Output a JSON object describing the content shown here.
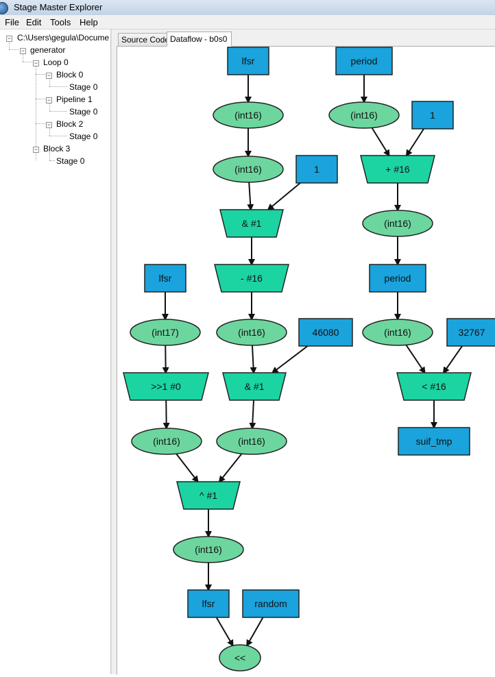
{
  "window": {
    "title": "Stage Master Explorer"
  },
  "menu": [
    "File",
    "Edit",
    "Tools",
    "Help"
  ],
  "tree": {
    "root": "C:\\Users\\gegula\\Docume",
    "generator": "generator",
    "loop0": "Loop 0",
    "block0": "Block 0",
    "block0_stage0": "Stage 0",
    "pipeline1": "Pipeline 1",
    "pipeline1_stage0": "Stage 0",
    "block2": "Block 2",
    "block2_stage0": "Stage 0",
    "block3": "Block 3",
    "block3_stage0": "Stage 0"
  },
  "tabs": {
    "source": "Source Code",
    "dataflow": "Dataflow - b0s0"
  },
  "colors": {
    "rect": "#1aa3dc",
    "ellipse": "#6cd69e",
    "trap": "#1bd4a2",
    "stroke": "#222222"
  },
  "graph": {
    "nodes": [
      {
        "id": "n1",
        "type": "rect",
        "label": "lfsr"
      },
      {
        "id": "n2",
        "type": "rect",
        "label": "period"
      },
      {
        "id": "n3",
        "type": "ellipse",
        "label": "(int16)"
      },
      {
        "id": "n4",
        "type": "ellipse",
        "label": "(int16)"
      },
      {
        "id": "n5",
        "type": "rect",
        "label": "1"
      },
      {
        "id": "n6",
        "type": "ellipse",
        "label": "(int16)"
      },
      {
        "id": "n7",
        "type": "rect",
        "label": "1"
      },
      {
        "id": "n8",
        "type": "trap-down",
        "label": "+ #16"
      },
      {
        "id": "n9",
        "type": "trap-down",
        "label": "& #1"
      },
      {
        "id": "n10",
        "type": "ellipse",
        "label": "(int16)"
      },
      {
        "id": "n11",
        "type": "rect",
        "label": "lfsr"
      },
      {
        "id": "n12",
        "type": "trap-up",
        "label": "- #16"
      },
      {
        "id": "n13",
        "type": "rect",
        "label": "period"
      },
      {
        "id": "n14",
        "type": "ellipse",
        "label": "(int17)"
      },
      {
        "id": "n15",
        "type": "ellipse",
        "label": "(int16)"
      },
      {
        "id": "n16",
        "type": "rect",
        "label": "46080"
      },
      {
        "id": "n17",
        "type": "ellipse",
        "label": "(int16)"
      },
      {
        "id": "n18",
        "type": "rect",
        "label": "32767"
      },
      {
        "id": "n19",
        "type": "trap-down",
        "label": ">>1 #0"
      },
      {
        "id": "n20",
        "type": "trap-down",
        "label": "& #1"
      },
      {
        "id": "n21",
        "type": "trap-down",
        "label": "< #16"
      },
      {
        "id": "n22",
        "type": "ellipse",
        "label": "(int16)"
      },
      {
        "id": "n23",
        "type": "ellipse",
        "label": "(int16)"
      },
      {
        "id": "n24",
        "type": "rect",
        "label": "suif_tmp"
      },
      {
        "id": "n25",
        "type": "trap-down",
        "label": "^ #1"
      },
      {
        "id": "n26",
        "type": "ellipse",
        "label": "(int16)"
      },
      {
        "id": "n27",
        "type": "rect",
        "label": "lfsr"
      },
      {
        "id": "n28",
        "type": "rect",
        "label": "random"
      },
      {
        "id": "n29",
        "type": "ellipse",
        "label": "<<"
      }
    ],
    "edges": [
      [
        "n1",
        "n3"
      ],
      [
        "n3",
        "n4"
      ],
      [
        "n4",
        "n9"
      ],
      [
        "n5",
        "n9"
      ],
      [
        "n9",
        "n12"
      ],
      [
        "n12",
        "n15"
      ],
      [
        "n15",
        "n20"
      ],
      [
        "n16",
        "n20"
      ],
      [
        "n20",
        "n23"
      ],
      [
        "n23",
        "n25"
      ],
      [
        "n11",
        "n14"
      ],
      [
        "n14",
        "n19"
      ],
      [
        "n19",
        "n22"
      ],
      [
        "n22",
        "n25"
      ],
      [
        "n25",
        "n26"
      ],
      [
        "n26",
        "n27"
      ],
      [
        "n27",
        "n29"
      ],
      [
        "n28",
        "n29"
      ],
      [
        "n2",
        "n6"
      ],
      [
        "n6",
        "n8"
      ],
      [
        "n7",
        "n8"
      ],
      [
        "n8",
        "n10"
      ],
      [
        "n10",
        "n13"
      ],
      [
        "n13",
        "n17"
      ],
      [
        "n17",
        "n21"
      ],
      [
        "n18",
        "n21"
      ],
      [
        "n21",
        "n24"
      ]
    ]
  }
}
